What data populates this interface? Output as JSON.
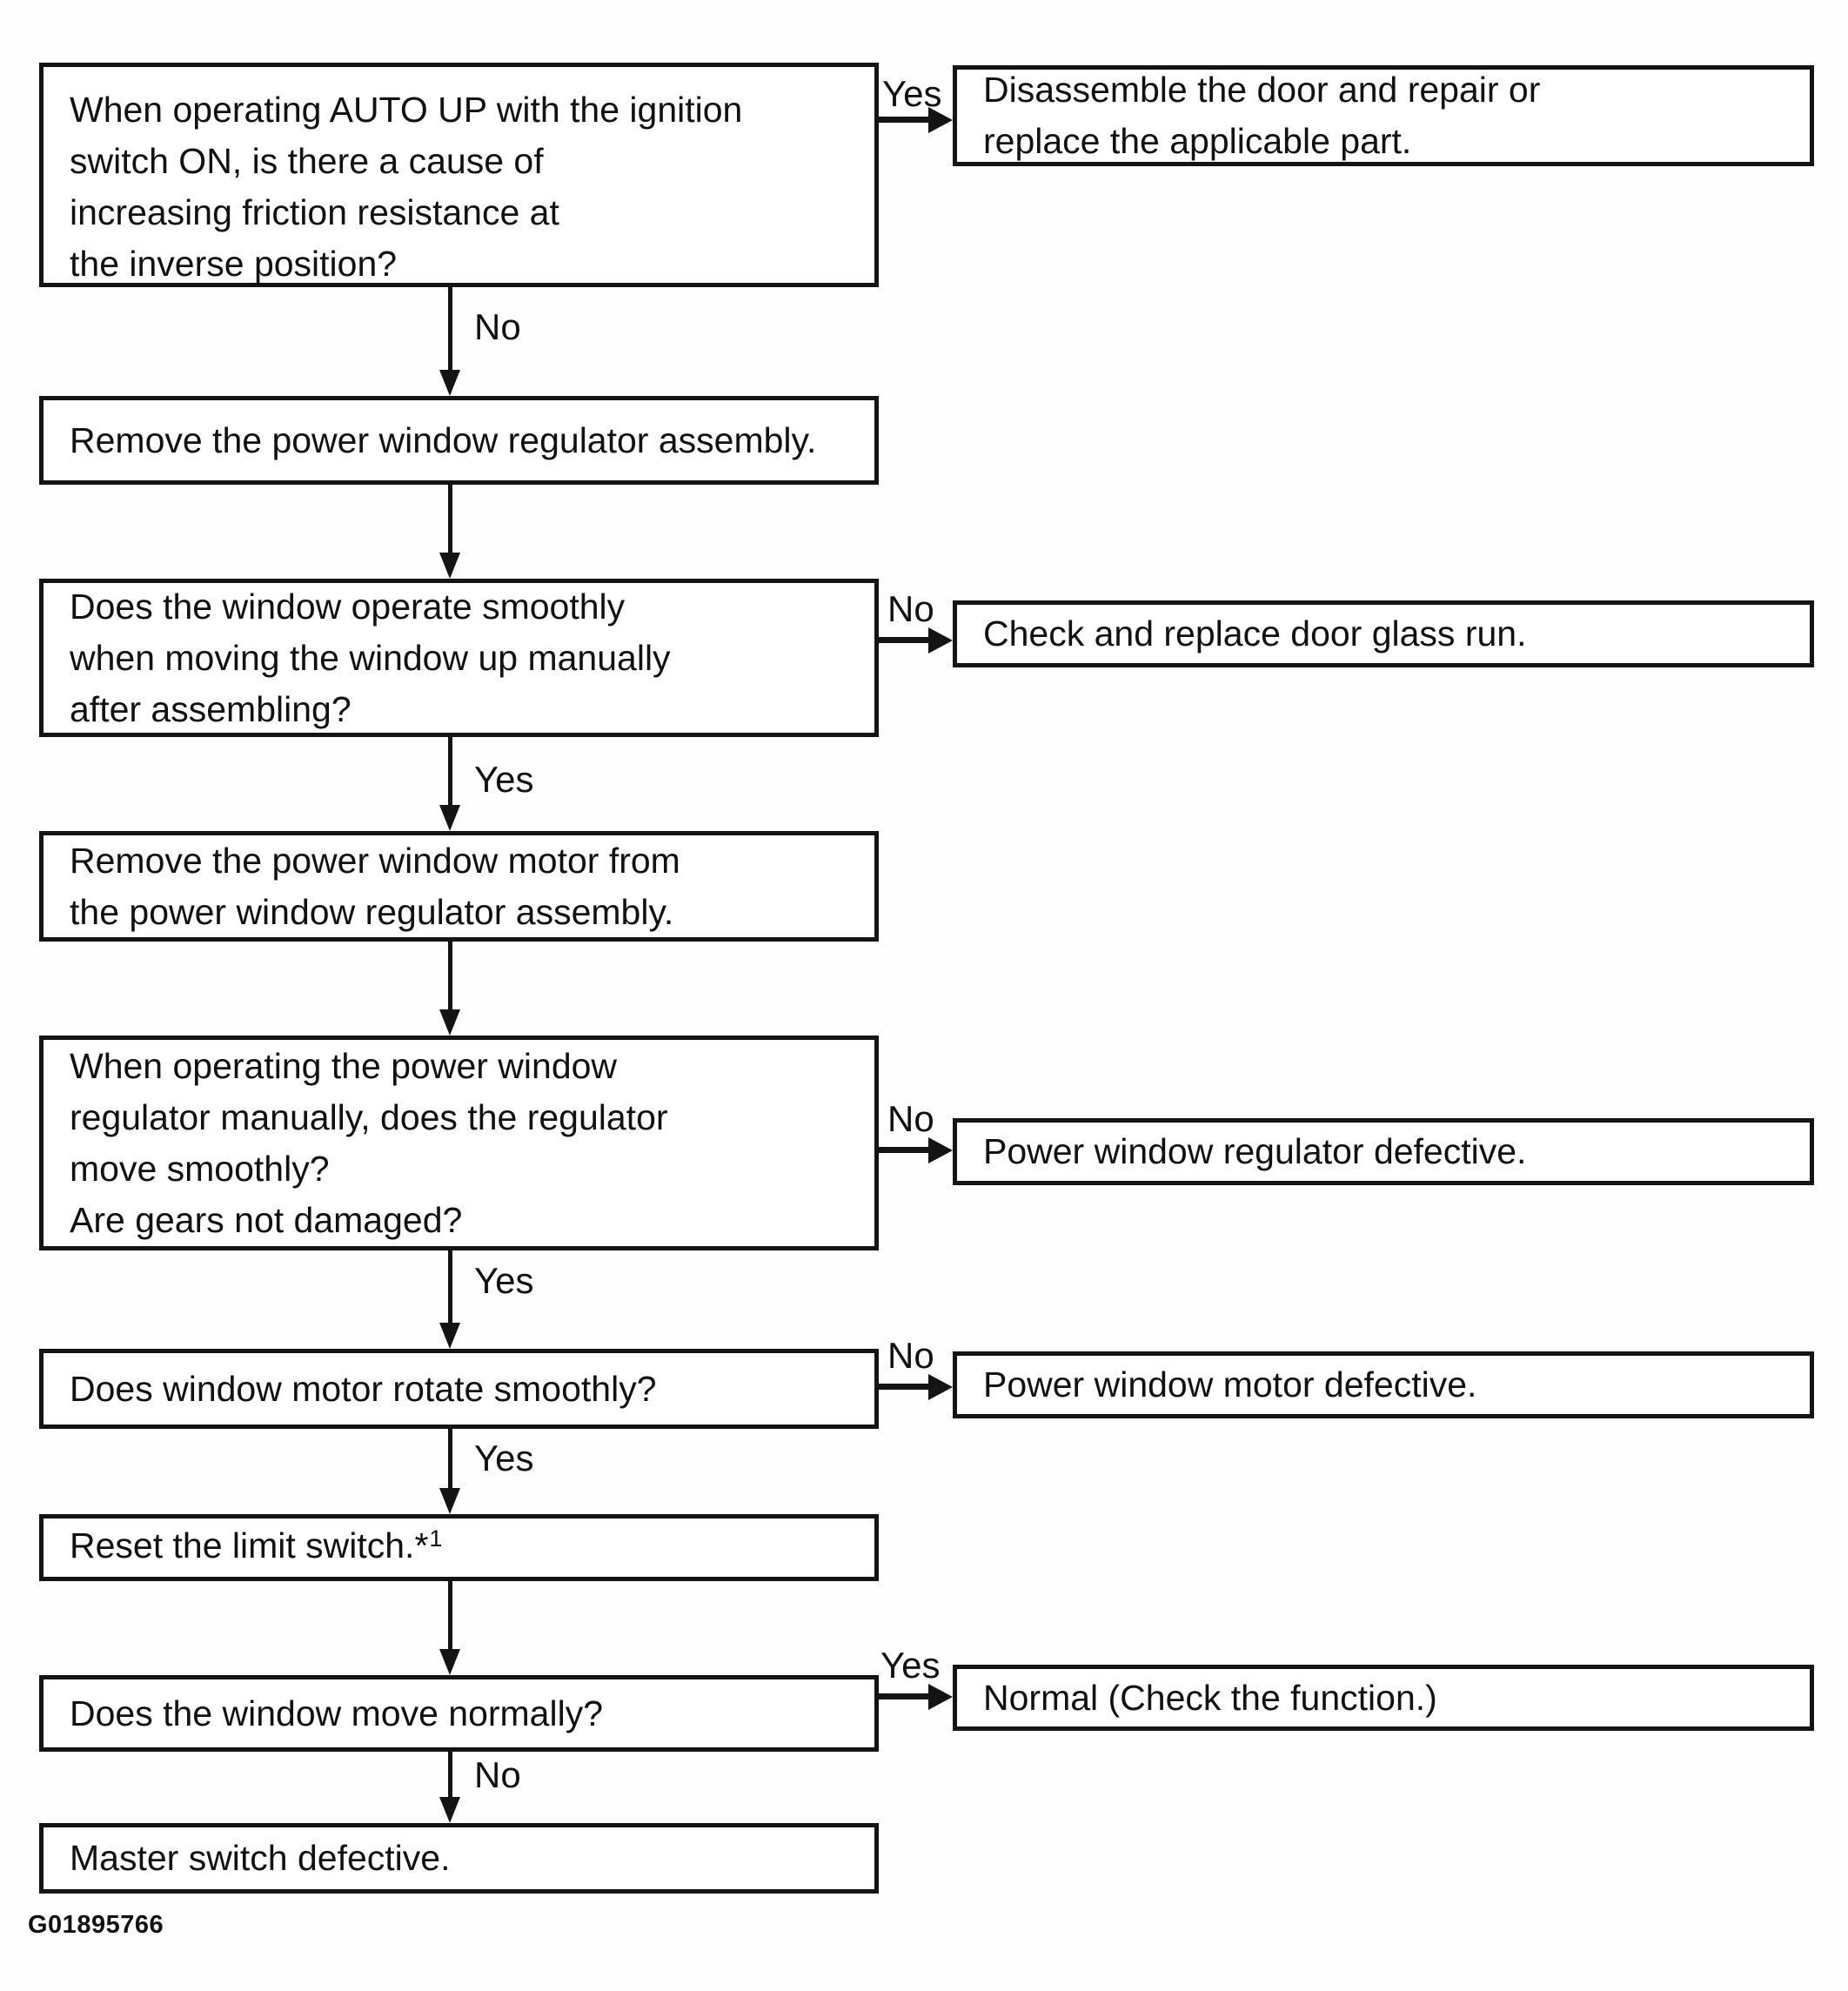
{
  "diagram": {
    "figure_id": "G01895766",
    "colors": {
      "ink": "#141414",
      "paper": "#ffffff"
    },
    "nodes": {
      "q1": {
        "lines": [
          "When operating AUTO UP with the ignition",
          "switch ON, is there a cause of",
          "increasing friction resistance at",
          "the inverse position?"
        ]
      },
      "r1": {
        "lines": [
          "Disassemble the door and repair or",
          "replace the applicable part."
        ]
      },
      "a1": {
        "lines": [
          "Remove the power window regulator assembly."
        ]
      },
      "q2": {
        "lines": [
          "Does the window operate smoothly",
          "when moving the window up manually",
          "after assembling?"
        ]
      },
      "r2": {
        "lines": [
          "Check and replace door glass run."
        ]
      },
      "a2": {
        "lines": [
          "Remove the power window motor from",
          "the power window regulator assembly."
        ]
      },
      "q3": {
        "lines": [
          "When operating the power window",
          "regulator manually, does the regulator",
          "move smoothly?",
          "Are gears not damaged?"
        ]
      },
      "r3": {
        "lines": [
          "Power window regulator defective."
        ]
      },
      "q4": {
        "lines": [
          "Does window motor rotate smoothly?"
        ]
      },
      "r4": {
        "lines": [
          "Power window motor defective."
        ]
      },
      "a3": {
        "lines": [
          "Reset the limit switch.*"
        ],
        "superscript": "1"
      },
      "q5": {
        "lines": [
          "Does the window move normally?"
        ]
      },
      "r5": {
        "lines": [
          "Normal (Check the function.)"
        ]
      },
      "r6": {
        "lines": [
          "Master switch defective."
        ]
      }
    },
    "edges": {
      "q1_yes": "Yes",
      "q1_no": "No",
      "q2_no": "No",
      "q2_yes": "Yes",
      "q3_no": "No",
      "q3_yes": "Yes",
      "q4_no": "No",
      "q4_yes": "Yes",
      "q5_yes": "Yes",
      "q5_no": "No"
    }
  }
}
